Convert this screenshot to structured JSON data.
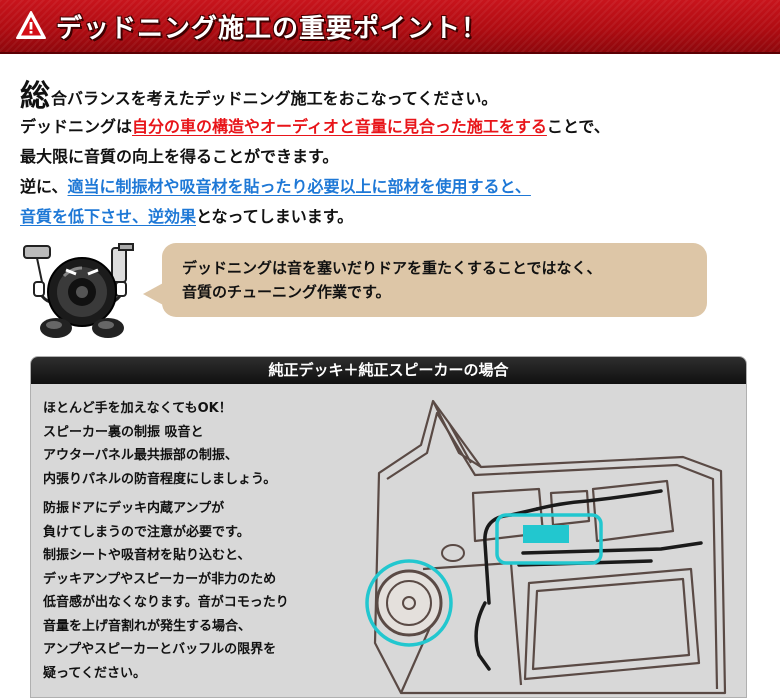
{
  "header": {
    "title": "デッドニング施工の重要ポイント！",
    "icon": "warning-icon",
    "colors": {
      "banner": "#c0141b",
      "icon_bg": "#ffffff",
      "icon_mark": "#d40f17"
    }
  },
  "intro": {
    "first_char": "総",
    "line1_rest": "合バランスを考えたデッドニング施工をおこなってください。",
    "line2_pre": "デッドニングは",
    "line2_red": "自分の車の構造やオーディオと音量に見合った施工をする",
    "line2_post": "ことで、",
    "line3": "最大限に音質の向上を得ることができます。",
    "line4_pre": "逆に、",
    "line4_blue": "適当に制振材や吸音材を貼ったり必要以上に部材を使用すると、",
    "line5_blue": "音質を低下させ、逆効果",
    "line5_post": "となってしまいます。",
    "colors": {
      "emphasis_red": "#e8151a",
      "emphasis_blue": "#1e78d6"
    }
  },
  "mascot": {
    "icon": "speaker-mascot-icon"
  },
  "bubble": {
    "line1": "デッドニングは音を塞いだりドアを重たくすることではなく、",
    "line2": "音質のチューニング作業です。",
    "color": "#ddc6a7"
  },
  "panel": {
    "title": "純正デッキ＋純正スピーカーの場合",
    "lines_a": [
      "ほとんど手を加えなくてもOK！",
      "スピーカー裏の制振 吸音と",
      "アウターパネル最共振部の制振、",
      "内張りパネルの防音程度にしましょう。"
    ],
    "lines_b": [
      "防振ドアにデッキ内蔵アンプが",
      "負けてしまうので注意が必要です。",
      "制振シートや吸音材を貼り込むと、",
      "デッキアンプやスピーカーが非力のため",
      "低音感が出なくなります。音がコモったり",
      "音量を上げ音割れが発生する場合、",
      "アンプやスピーカーとバッフルの限界を",
      "疑ってください。"
    ],
    "illustration": "car-door-diagram",
    "colors": {
      "highlight": "#22c7cf",
      "panel_bg": "#d8d8d8",
      "head_bg": "#1a1a1a"
    }
  }
}
